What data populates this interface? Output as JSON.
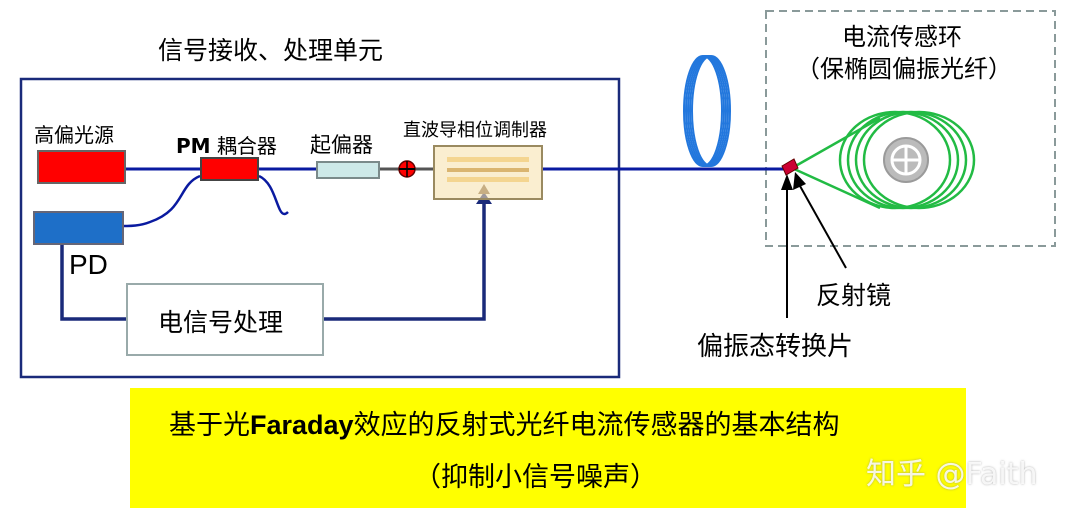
{
  "unit_title": "信号接收、处理单元",
  "components": {
    "light_source": "高偏光源",
    "coupler_prefix": "PM",
    "coupler_suffix": "耦合器",
    "polarizer": "起偏器",
    "modulator": "直波导相位调制器",
    "photodetector": "PD",
    "signal_processing": "电信号处理"
  },
  "sensor": {
    "title_line1": "电流传感环",
    "title_line2": "（保椭圆偏振光纤）"
  },
  "annotations": {
    "mirror": "反射镜",
    "wave_plate": "偏振态转换片"
  },
  "caption": {
    "line1_a": "基于光",
    "line1_b": "Faraday",
    "line1_c": "效应的反射式光纤电流传感器的基本结构",
    "line2": "（抑制小信号噪声）"
  },
  "watermark": "知乎 @Faith",
  "colors": {
    "navy": "#1a2a7a",
    "fiber": "#0a1aa0",
    "red": "#ff0000",
    "blue_block": "#1e6fc8",
    "modulator_fill": "#f7e2b0",
    "polarizer_fill": "#cde9e8",
    "green_coil": "#22bb44",
    "caption_bg": "#ffff00"
  }
}
